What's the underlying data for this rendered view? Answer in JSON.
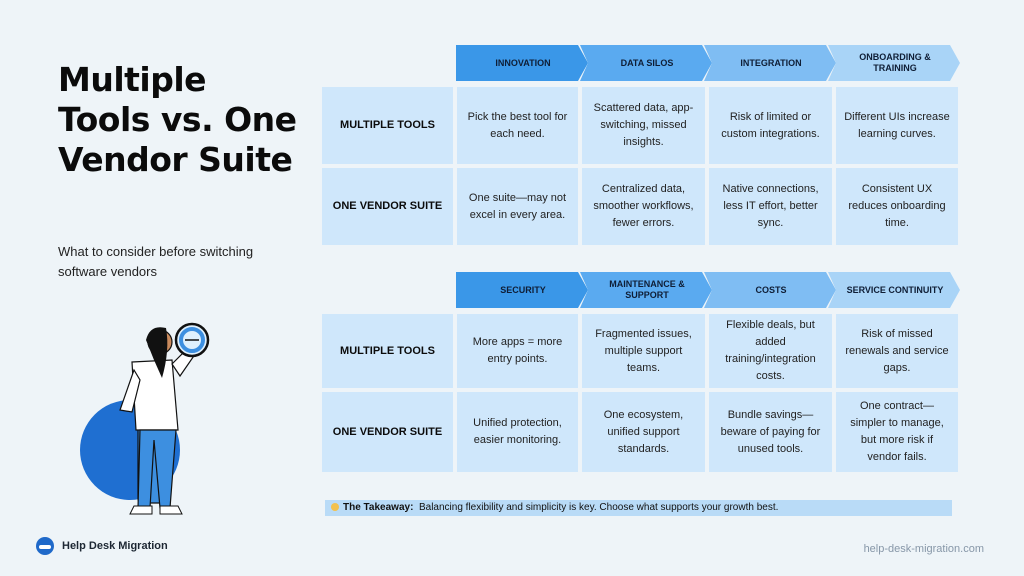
{
  "title": "Multiple Tools vs. One Vendor Suite",
  "subtitle": "What to consider before switching software vendors",
  "brand": "Help Desk Migration",
  "site": "help-desk-migration.com",
  "section1": {
    "headers": [
      "INNOVATION",
      "DATA SILOS",
      "INTEGRATION",
      "ONBOARDING & TRAINING"
    ],
    "icons": [
      "robot-icon",
      "checklist-icon",
      "browser-window-icon",
      "presentation-board-icon"
    ],
    "rows": [
      {
        "label": "MULTIPLE TOOLS",
        "cells": [
          "Pick the best tool for each need.",
          "Scattered data, app-switching, missed insights.",
          "Risk of limited or custom integrations.",
          "Different UIs increase learning curves."
        ]
      },
      {
        "label": "ONE VENDOR SUITE",
        "cells": [
          "One suite—may not excel in every area.",
          "Centralized data, smoother workflows, fewer errors.",
          "Native connections, less IT effort, better sync.",
          "Consistent UX reduces onboarding time."
        ]
      }
    ]
  },
  "section2": {
    "headers": [
      "SECURITY",
      "MAINTENANCE & SUPPORT",
      "COSTS",
      "SERVICE CONTINUITY"
    ],
    "icons": [
      "laptop-icon",
      "handshake-icon",
      "money-bag-icon",
      "trend-up-icon"
    ],
    "rows": [
      {
        "label": "MULTIPLE TOOLS",
        "cells": [
          "More apps = more entry points.",
          "Fragmented issues, multiple support teams.",
          "Flexible deals, but added training/integration costs.",
          "Risk of missed renewals and service gaps."
        ]
      },
      {
        "label": "ONE VENDOR SUITE",
        "cells": [
          "Unified protection, easier monitoring.",
          "One ecosystem, unified support standards.",
          "Bundle savings—beware of paying for unused tools.",
          "One contract—simpler to manage, but more risk if vendor fails."
        ]
      }
    ]
  },
  "takeaway": {
    "label": "The Takeaway:",
    "text": "Balancing flexibility and simplicity is key. Choose what supports your growth best."
  }
}
